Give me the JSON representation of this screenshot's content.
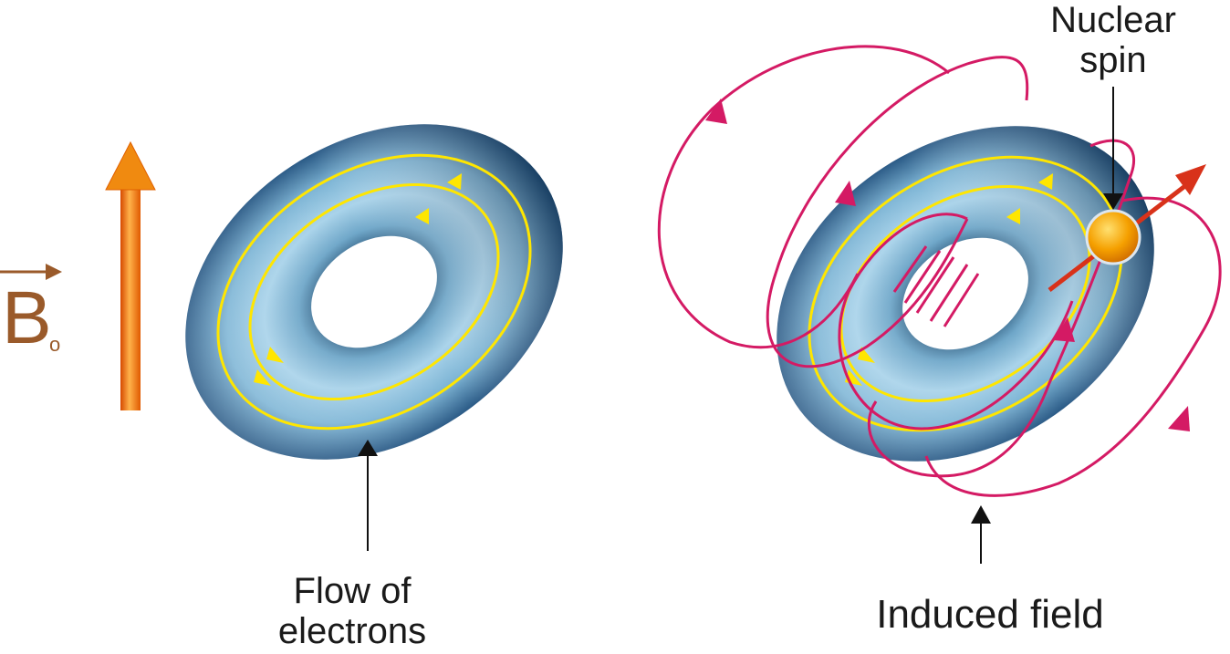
{
  "labels": {
    "field_symbol": "B",
    "field_subscript": "o",
    "flow_line1": "Flow of",
    "flow_line2": "electrons",
    "nuclear_line1": "Nuclear",
    "nuclear_line2": "spin",
    "induced": "Induced field"
  },
  "colors": {
    "field_symbol": "#9a5a2a",
    "applied_field_arrow": "#f07a10",
    "torus_light": "#a8d4ea",
    "torus_dark": "#1a3550",
    "electron_current": "#ffe600",
    "induced_field_lines": "#d41a64",
    "nuclear_spin_ball": "#f5a000",
    "nuclear_spin_arrow": "#d8321a",
    "pointer_arrow": "#111111"
  },
  "icons": {
    "applied_field": "up-arrow-icon",
    "vector_hat": "right-arrow-icon",
    "nucleus": "sphere-icon"
  }
}
